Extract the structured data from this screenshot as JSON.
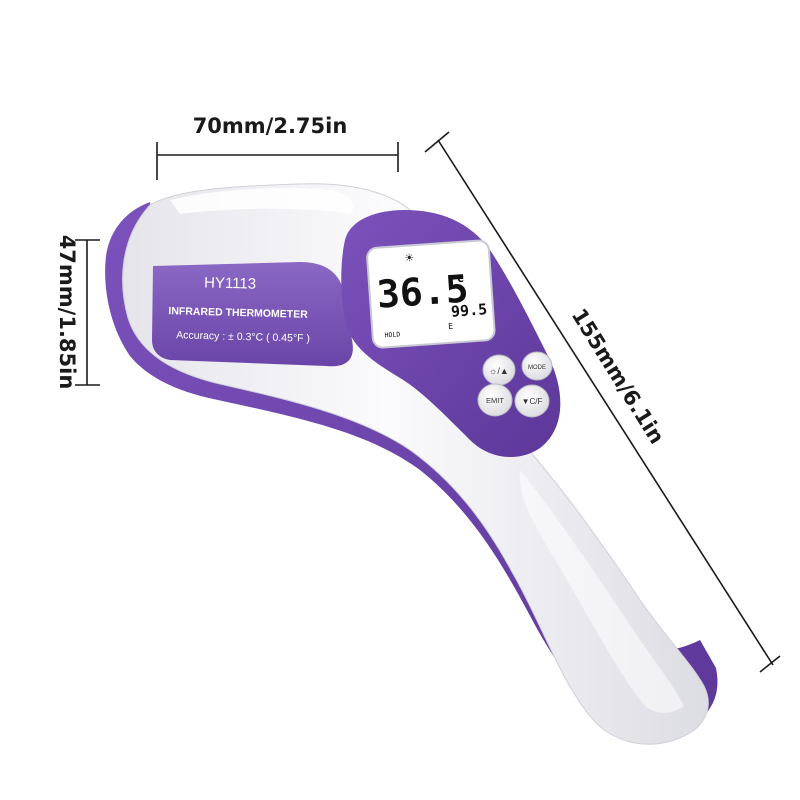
{
  "dimensions": {
    "width": "70mm/2.75in",
    "height": "47mm/1.85in",
    "length": "155mm/6.1in"
  },
  "label": {
    "model": "HY1113",
    "product": "INFRARED THERMOMETER",
    "accuracy": "Accuracy : ± 0.3°C ( 0.45°F )"
  },
  "display": {
    "main_reading": "36.5",
    "unit": "c",
    "secondary_reading": "99.5",
    "mode": "HOLD",
    "indicator": "E",
    "backlight_icon": "sun-icon"
  },
  "buttons": {
    "light_up": "☼/▲",
    "mode": "MODE",
    "emit": "EMIT",
    "down_unit": "▼C/F"
  },
  "colors": {
    "purple": "#6e45ad",
    "body": "#f4f4f6",
    "lcd": "#ffffff"
  }
}
